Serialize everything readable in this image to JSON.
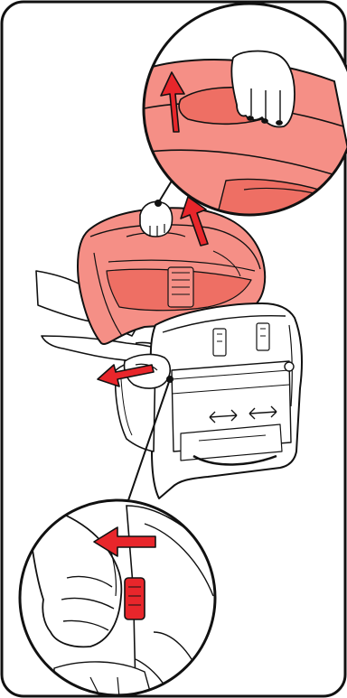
{
  "illustration": {
    "frame": {
      "stroke": "#111111",
      "fill": "#ffffff"
    },
    "colors": {
      "ink": "#111111",
      "cover_fill": "#f58f86",
      "cover_shade": "#ee6f64",
      "arrow_red": "#e8262b",
      "seat_body": "#ffffff",
      "seat_shadow": "#cfcfcf"
    },
    "callouts": [
      {
        "id": "top-detail",
        "shows": "hand-lifting-cover-lip"
      },
      {
        "id": "bottom-detail",
        "shows": "hand-pulling-release-tab"
      }
    ],
    "arrows": [
      {
        "id": "lift-up-arrow",
        "direction": "up",
        "color": "#e8262b"
      },
      {
        "id": "detail-up-arrow",
        "direction": "up",
        "color": "#e8262b"
      },
      {
        "id": "pull-left-arrow",
        "direction": "left",
        "color": "#e8262b"
      },
      {
        "id": "detail-left-arrow",
        "direction": "left",
        "color": "#e8262b"
      }
    ],
    "icons": {
      "double-arrow-left": "double-arrow-icon",
      "double-arrow-right": "double-arrow-icon"
    }
  }
}
